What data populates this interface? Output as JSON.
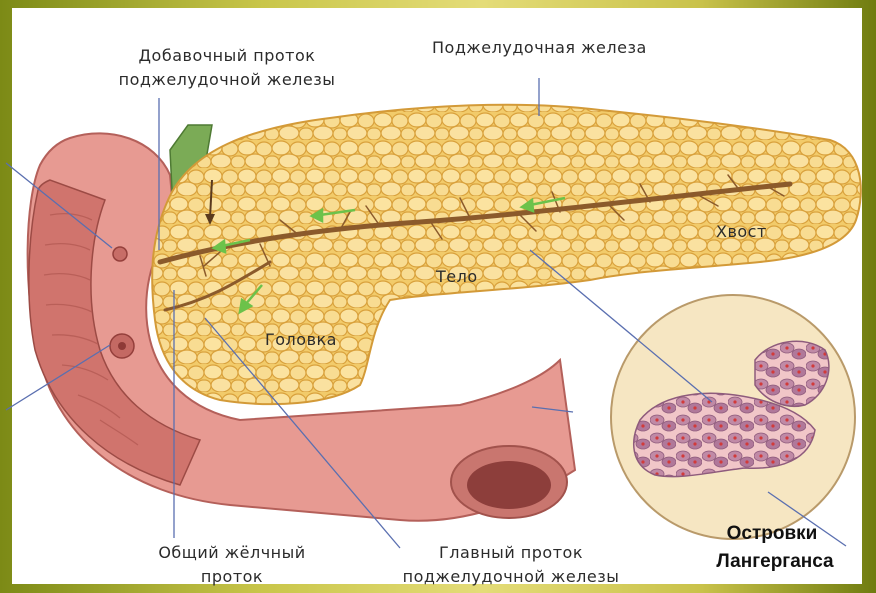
{
  "labels": {
    "accessory_duct": [
      "Добавочный проток",
      "поджелудочной железы"
    ],
    "pancreas": "Поджелудочная железа",
    "tail": "Хвост",
    "body": "Тело",
    "head": "Головка",
    "common_bile_duct": [
      "Общий жёлчный",
      "проток"
    ],
    "main_duct": [
      "Главный проток",
      "поджелудочной железы"
    ],
    "islets": [
      "Островки",
      "Лангерганса"
    ]
  },
  "colors": {
    "background_olive": "#8a951c",
    "pancreas_fill": "#f3cf72",
    "intestine_fill": "#e79a92",
    "duct_brown": "#8b5a2b",
    "arrow_green": "#6cc24a",
    "pointer_lines": "#5a6fb0"
  }
}
